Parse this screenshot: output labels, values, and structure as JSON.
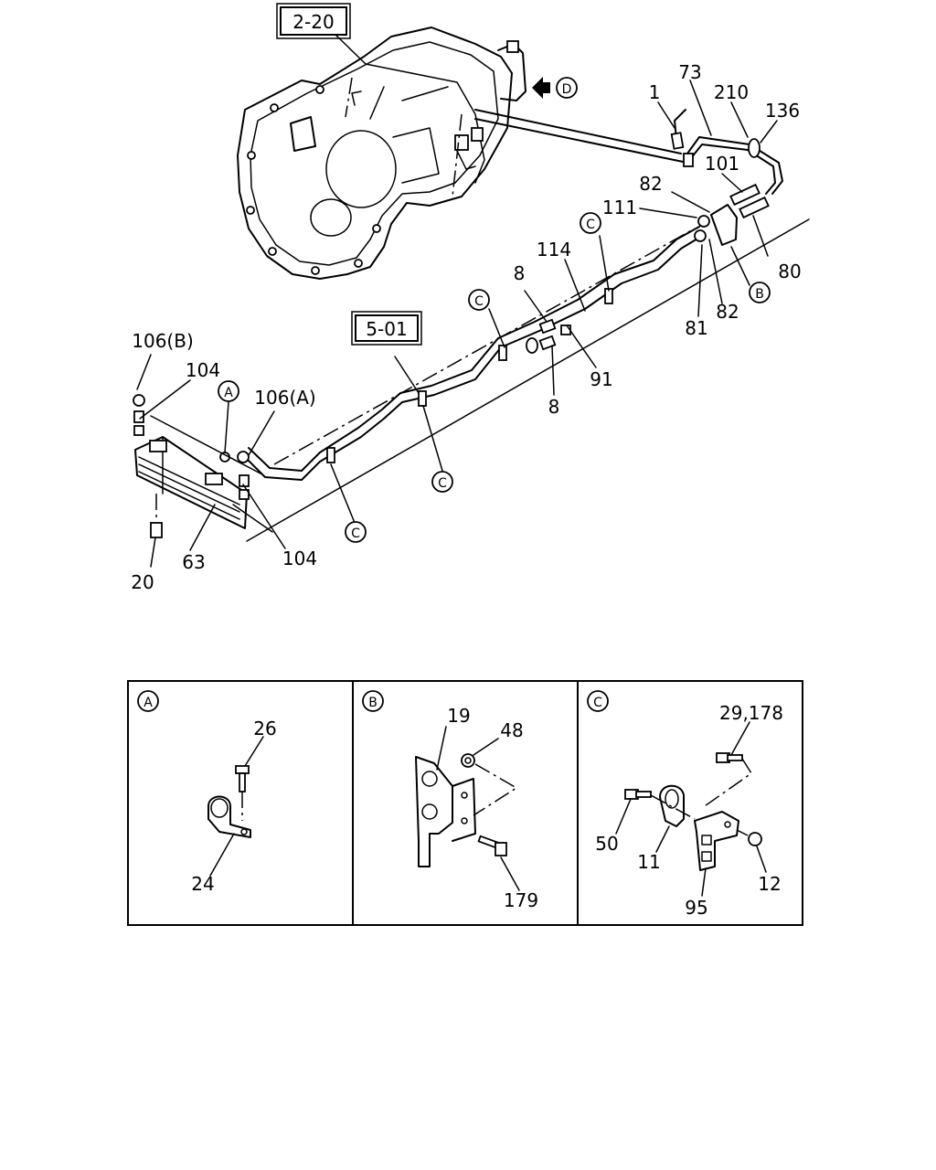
{
  "ref_boxes": [
    {
      "id": "ref-2-20",
      "text": "2-20"
    },
    {
      "id": "ref-5-01",
      "text": "5-01"
    }
  ],
  "callouts": {
    "n73": "73",
    "n1": "1",
    "n210": "210",
    "n136": "136",
    "n101": "101",
    "n82a": "82",
    "n111": "111",
    "n114": "114",
    "n80": "80",
    "n8a": "8",
    "n82b": "82",
    "n81": "81",
    "n91": "91",
    "n8b": "8",
    "n106b": "106(B)",
    "n104a": "104",
    "n106a": "106(A)",
    "n104b": "104",
    "n63": "63",
    "n20": "20"
  },
  "view_marks": {
    "A": "A",
    "B": "B",
    "C": "C",
    "D": "D"
  },
  "detail_panels": [
    {
      "id": "panel-a",
      "mark": "A",
      "labels": {
        "n26": "26",
        "n24": "24"
      }
    },
    {
      "id": "panel-b",
      "mark": "B",
      "labels": {
        "n19": "19",
        "n48": "48",
        "n179": "179"
      }
    },
    {
      "id": "panel-c",
      "mark": "C",
      "labels": {
        "n29": "29,178",
        "n50": "50",
        "n11": "11",
        "n12": "12",
        "n95": "95"
      }
    }
  ]
}
